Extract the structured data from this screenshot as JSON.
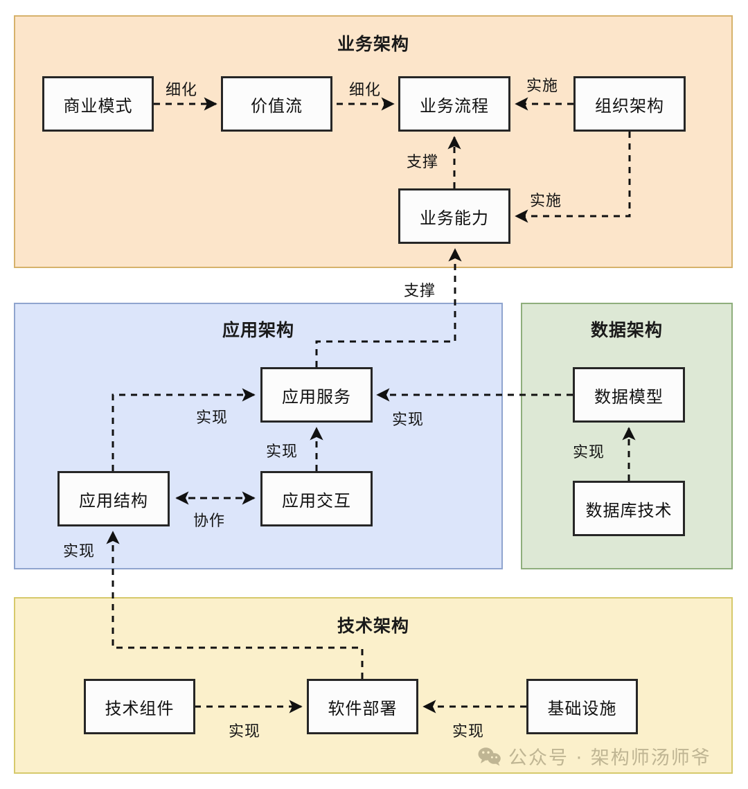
{
  "diagram": {
    "panels": [
      {
        "id": "business",
        "title": "业务架构"
      },
      {
        "id": "application",
        "title": "应用架构"
      },
      {
        "id": "data",
        "title": "数据架构"
      },
      {
        "id": "technology",
        "title": "技术架构"
      }
    ],
    "nodes": [
      {
        "id": "business-model",
        "label": "商业模式",
        "panel": "business"
      },
      {
        "id": "value-stream",
        "label": "价值流",
        "panel": "business"
      },
      {
        "id": "business-process",
        "label": "业务流程",
        "panel": "business"
      },
      {
        "id": "org-structure",
        "label": "组织架构",
        "panel": "business"
      },
      {
        "id": "business-capability",
        "label": "业务能力",
        "panel": "business"
      },
      {
        "id": "app-service",
        "label": "应用服务",
        "panel": "application"
      },
      {
        "id": "app-structure",
        "label": "应用结构",
        "panel": "application"
      },
      {
        "id": "app-interaction",
        "label": "应用交互",
        "panel": "application"
      },
      {
        "id": "data-model",
        "label": "数据模型",
        "panel": "data"
      },
      {
        "id": "database-tech",
        "label": "数据库技术",
        "panel": "data"
      },
      {
        "id": "tech-component",
        "label": "技术组件",
        "panel": "technology"
      },
      {
        "id": "software-deploy",
        "label": "软件部署",
        "panel": "technology"
      },
      {
        "id": "infrastructure",
        "label": "基础设施",
        "panel": "technology"
      }
    ],
    "edges": [
      {
        "id": "e1",
        "from": "business-model",
        "to": "business-process",
        "label": "细化"
      },
      {
        "id": "e2",
        "from": "value-stream",
        "to": "business-process",
        "label": "细化"
      },
      {
        "id": "e3",
        "from": "org-structure",
        "to": "business-process",
        "label": "实施"
      },
      {
        "id": "e4",
        "from": "business-capability",
        "to": "business-process",
        "label": "支撑"
      },
      {
        "id": "e5",
        "from": "org-structure",
        "to": "business-capability",
        "label": "实施"
      },
      {
        "id": "e6",
        "from": "app-service",
        "to": "business-capability",
        "label": "支撑"
      },
      {
        "id": "e7",
        "from": "app-structure",
        "to": "app-service",
        "label": "实现"
      },
      {
        "id": "e8",
        "from": "app-interaction",
        "to": "app-service",
        "label": "实现"
      },
      {
        "id": "e9",
        "from": "data-model",
        "to": "app-service",
        "label": "实现"
      },
      {
        "id": "e10",
        "from": "app-structure",
        "to": "app-interaction",
        "label": "协作"
      },
      {
        "id": "e11",
        "from": "database-tech",
        "to": "data-model",
        "label": "实现"
      },
      {
        "id": "e12",
        "from": "software-deploy",
        "to": "app-structure",
        "label": "实现"
      },
      {
        "id": "e13",
        "from": "tech-component",
        "to": "software-deploy",
        "label": "实现"
      },
      {
        "id": "e14",
        "from": "infrastructure",
        "to": "software-deploy",
        "label": "实现"
      }
    ],
    "watermark": {
      "text": "公众号 · 架构师汤师爷",
      "icon": "wechat-icon"
    },
    "colors": {
      "business_fill": "#FCE5CA",
      "business_border": "#D6B26B",
      "application_fill": "#DCE5FA",
      "application_border": "#8FA4CE",
      "data_fill": "#DDE8D5",
      "data_border": "#8EAE7C",
      "technology_fill": "#FBF0CB",
      "technology_border": "#D6C96B",
      "node_fill": "#FCFCFC",
      "node_border": "#262626",
      "connector": "#1a1a1a",
      "watermark": "#BFB593"
    }
  }
}
